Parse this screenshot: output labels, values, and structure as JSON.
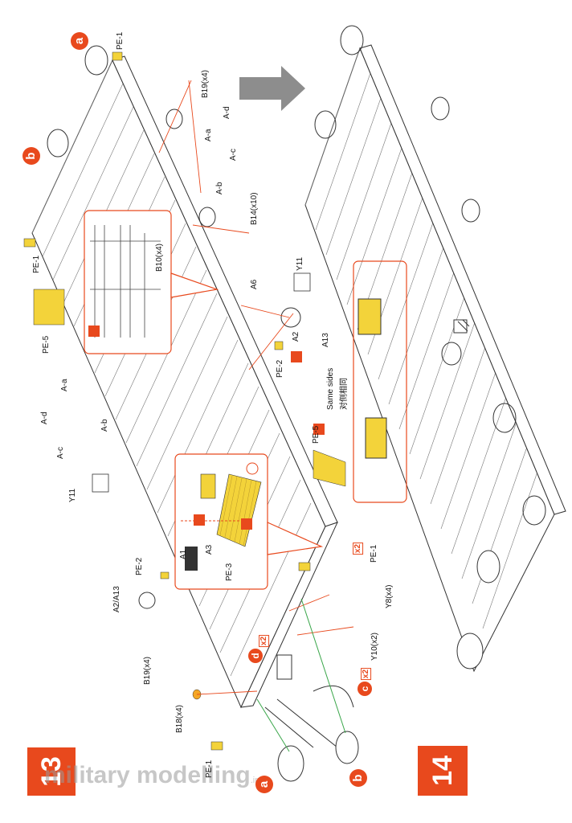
{
  "page": {
    "step13": "13",
    "step14": "14",
    "watermark": "military modelling",
    "watermark_sub": ".info"
  },
  "callouts": {
    "a_top": "a",
    "b_top": "b",
    "a_bottom": "a",
    "b_bottom": "b",
    "c_bottom": "c",
    "d_bottom": "d",
    "x2_d": "x2",
    "x2_c": "x2",
    "x2_mid": "x2"
  },
  "labels": {
    "pe1_top": "PE-1",
    "b19_top": "B19(x4)",
    "a_d_top": "A-d",
    "a_a_top": "A-a",
    "a_c_top": "A-c",
    "a_b_top": "A-b",
    "b14": "B14(x10)",
    "b10": "B10(x4)",
    "a6": "A6",
    "y11_mid": "Y11",
    "a2_mid": "A2",
    "a13_mid": "A13",
    "pe2_mid": "PE-2",
    "pe1_left": "PE-1",
    "pe5_left": "PE-5",
    "a_a_left": "A-a",
    "a_d_left": "A-d",
    "a_b_left": "A-b",
    "a_c_left": "A-c",
    "y11_left": "Y11",
    "pe2_left": "PE-2",
    "a2_a13": "A2/A13",
    "b19_left": "B19(x4)",
    "b18": "B18(x4)",
    "pe1_bottom": "PE-1",
    "a1": "A1",
    "a3": "A3",
    "pe3": "PE-3",
    "pe5_mid": "PE-5",
    "same_sides": "Same sides",
    "same_sides_cn": "对侧相同",
    "pe1_mid": "PE-1",
    "y8": "Y8(x4)",
    "y10": "Y10(x2)"
  },
  "colors": {
    "accent": "#e8491d",
    "yellow": "#f3d33a",
    "line": "#333333",
    "green": "#3aa64a",
    "arrow_gray": "#8d8d8d"
  }
}
